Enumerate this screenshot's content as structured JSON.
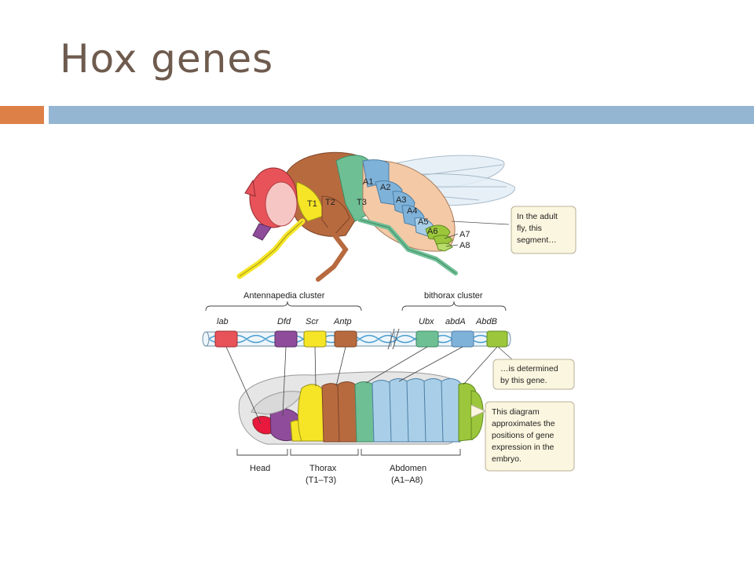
{
  "slide": {
    "title": "Hox genes",
    "accent_colors": {
      "orange": "#dd8047",
      "blue": "#94b6d2",
      "title": "#6e5b4e"
    }
  },
  "fly": {
    "segments": {
      "t1": "T1",
      "t2": "T2",
      "t3": "T3",
      "a1": "A1",
      "a2": "A2",
      "a3": "A3",
      "a4": "A4",
      "a5": "A5",
      "a6": "A6",
      "a7": "A7",
      "a8": "A8"
    }
  },
  "clusters": {
    "antennapedia": "Antennapedia cluster",
    "bithorax": "bithorax cluster"
  },
  "genes": [
    {
      "name": "lab",
      "color": "#e8535a"
    },
    {
      "name": "Dfd",
      "color": "#8e4c9a"
    },
    {
      "name": "Scr",
      "color": "#f5e526"
    },
    {
      "name": "Antp",
      "color": "#b86a3f"
    },
    {
      "name": "Ubx",
      "color": "#6fbf95"
    },
    {
      "name": "abdA",
      "color": "#7fb2d9"
    },
    {
      "name": "AbdB",
      "color": "#9cc73c"
    }
  ],
  "embryo": {
    "regions": {
      "head": "Head",
      "thorax": "Thorax",
      "thorax_range": "(T1–T3)",
      "abdomen": "Abdomen",
      "abdomen_range": "(A1–A8)"
    }
  },
  "callouts": {
    "adult": [
      "In the adult",
      "fly, this",
      "segment…"
    ],
    "gene": [
      "…is determined",
      "by this gene."
    ],
    "diagram": [
      "This diagram",
      "approximates the",
      "positions of gene",
      "expression in the",
      "embryo."
    ]
  }
}
